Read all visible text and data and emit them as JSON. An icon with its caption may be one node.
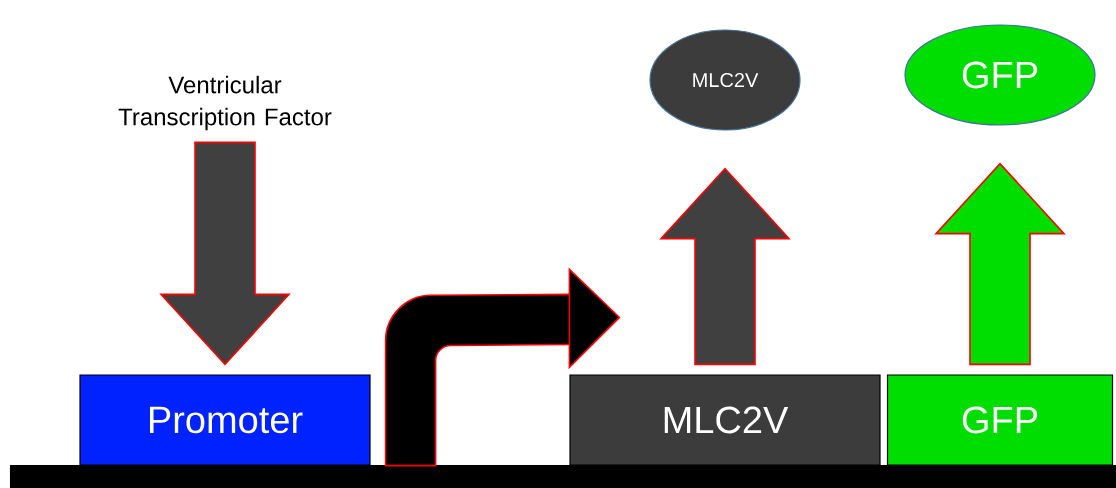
{
  "diagram": {
    "nodes": [
      {
        "text": [
          "Ventricular Transcription Factor"
        ]
      },
      {
        "text": [
          "Promoter"
        ]
      },
      {
        "text": [
          "MLC2V"
        ]
      },
      {
        "text": [
          "GFP"
        ]
      },
      {
        "text": [
          "MLC2V"
        ]
      },
      {
        "text": [
          "GFP"
        ]
      },
      {
        "text": [],
        "shape": "bar"
      }
    ],
    "edges": [
      {
        "from": 0,
        "to": 1,
        "arrow": "to"
      },
      {
        "from": 1,
        "to": 2,
        "arrow": "to",
        "color": "#000000"
      },
      {
        "from": 2,
        "to": 4,
        "arrow": "to"
      },
      {
        "from": 3,
        "to": 5,
        "arrow": "to",
        "color": "#00dd00"
      }
    ]
  }
}
